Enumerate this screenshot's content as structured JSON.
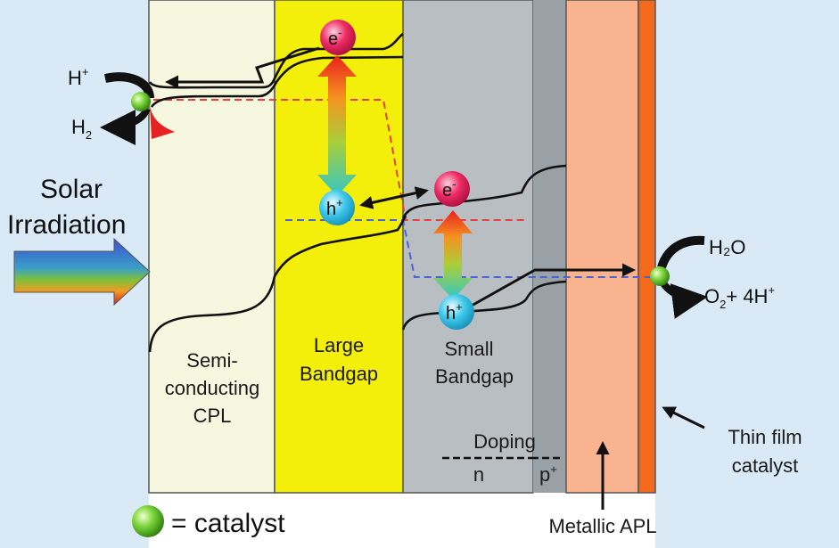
{
  "colors": {
    "electrolyte": "#d9e9f5",
    "cpl": "#f5f7df",
    "large_bandgap": "#f3ee0a",
    "small_bandgap": "#b9bec2",
    "small_bandgap_p": "#9aa1a6",
    "metallic_apl": "#f9b38f",
    "thin_film_catalyst": "#f26a1a",
    "catalyst_ball": "#7cd63a",
    "electron": "#ee2b64",
    "hole": "#3fc8ec",
    "fermi_red": "#e34040",
    "fermi_blue": "#4a63d2"
  },
  "icons": [
    "catalyst-sphere-icon",
    "electron-icon",
    "hole-icon",
    "solar-arrow-icon"
  ],
  "regions": {
    "cpl": [
      "Semi-",
      "conducting",
      "CPL"
    ],
    "large": [
      "Large",
      "Bandgap"
    ],
    "small": [
      "Small",
      "Bandgap"
    ]
  },
  "doping": {
    "title": "Doping",
    "n": "n",
    "p": "p",
    "p_sup": "+"
  },
  "labels": {
    "solar_line1": "Solar",
    "solar_line2": "Irradiation",
    "metallic_apl": "Metallic APL",
    "thin_film_line1": "Thin film",
    "thin_film_line2": "catalyst",
    "legend": "= catalyst"
  },
  "chemistry": {
    "h_plus_base": "H",
    "h_plus_sup": "+",
    "h2_base": "H",
    "h2_sub": "2",
    "h2o": "H₂O",
    "o2_base": "O",
    "o2_sub": "2",
    "o2_rest": "+ 4H",
    "o2_sup": "+"
  },
  "particles": {
    "electron_base": "e",
    "electron_sup": "-",
    "hole_base": "h",
    "hole_sup": "+"
  }
}
